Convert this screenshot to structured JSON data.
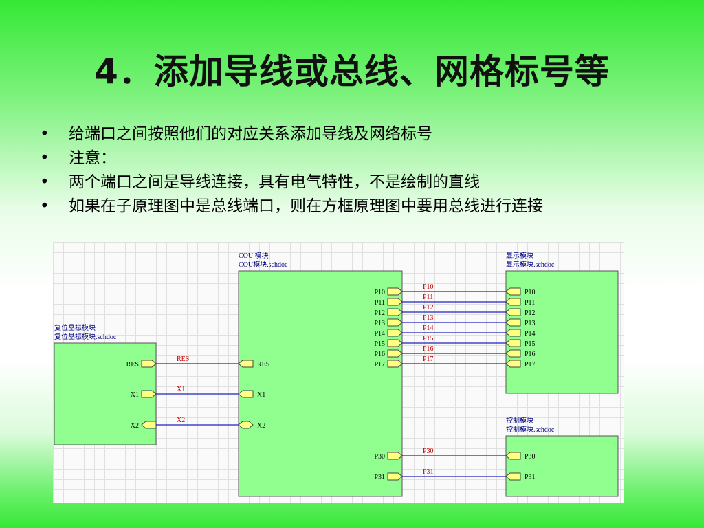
{
  "title": "4．添加导线或总线、网格标号等",
  "bullets": [
    "给端口之间按照他们的对应关系添加导线及网络标号",
    "注意：",
    "两个端口之间是导线连接，具有电气特性，不是绘制的直线",
    "如果在子原理图中是总线端口，则在方框原理图中要用总线进行连接"
  ],
  "schematic": {
    "colors": {
      "sheet_fill": "#90ff90",
      "sheet_border": "#555555",
      "port_fill": "#ffff80",
      "wire": "#2020c0",
      "net_label": "#c00000",
      "designator": "#000080",
      "port_text": "#000000"
    },
    "sheets": [
      {
        "id": "reset",
        "designator": "复位晶振模块",
        "file": "复位晶振模块.schdoc",
        "ports": [
          {
            "name": "RES",
            "side": "right",
            "dir": "out"
          },
          {
            "name": "X1",
            "side": "right",
            "dir": "out"
          },
          {
            "name": "X2",
            "side": "right",
            "dir": "in"
          }
        ]
      },
      {
        "id": "cpu",
        "designator": "COU 模块",
        "file": "COU模块.schdoc",
        "ports": [
          {
            "name": "RES",
            "side": "left",
            "dir": "in"
          },
          {
            "name": "X1",
            "side": "left",
            "dir": "in"
          },
          {
            "name": "X2",
            "side": "left",
            "dir": "bi"
          },
          {
            "name": "P10",
            "side": "right",
            "dir": "out"
          },
          {
            "name": "P11",
            "side": "right",
            "dir": "out"
          },
          {
            "name": "P12",
            "side": "right",
            "dir": "out"
          },
          {
            "name": "P13",
            "side": "right",
            "dir": "out"
          },
          {
            "name": "P14",
            "side": "right",
            "dir": "out"
          },
          {
            "name": "P15",
            "side": "right",
            "dir": "out"
          },
          {
            "name": "P16",
            "side": "right",
            "dir": "out"
          },
          {
            "name": "P17",
            "side": "right",
            "dir": "out"
          },
          {
            "name": "P30",
            "side": "right",
            "dir": "out"
          },
          {
            "name": "P31",
            "side": "right",
            "dir": "out"
          }
        ]
      },
      {
        "id": "display",
        "designator": "显示模块",
        "file": "显示模块.schdoc",
        "ports": [
          {
            "name": "P10",
            "side": "left",
            "dir": "in"
          },
          {
            "name": "P11",
            "side": "left",
            "dir": "in"
          },
          {
            "name": "P12",
            "side": "left",
            "dir": "in"
          },
          {
            "name": "P13",
            "side": "left",
            "dir": "in"
          },
          {
            "name": "P14",
            "side": "left",
            "dir": "in"
          },
          {
            "name": "P15",
            "side": "left",
            "dir": "in"
          },
          {
            "name": "P16",
            "side": "left",
            "dir": "in"
          },
          {
            "name": "P17",
            "side": "left",
            "dir": "in"
          }
        ]
      },
      {
        "id": "control",
        "designator": "控制模块",
        "file": "控制模块.schdoc",
        "ports": [
          {
            "name": "P30",
            "side": "left",
            "dir": "in"
          },
          {
            "name": "P31",
            "side": "left",
            "dir": "in"
          }
        ]
      }
    ],
    "nets": [
      {
        "label": "RES",
        "from": [
          "reset",
          "RES"
        ],
        "to": [
          "cpu",
          "RES"
        ]
      },
      {
        "label": "X1",
        "from": [
          "reset",
          "X1"
        ],
        "to": [
          "cpu",
          "X1"
        ]
      },
      {
        "label": "X2",
        "from": [
          "reset",
          "X2"
        ],
        "to": [
          "cpu",
          "X2"
        ]
      },
      {
        "label": "P10",
        "from": [
          "cpu",
          "P10"
        ],
        "to": [
          "display",
          "P10"
        ]
      },
      {
        "label": "P11",
        "from": [
          "cpu",
          "P11"
        ],
        "to": [
          "display",
          "P11"
        ]
      },
      {
        "label": "P12",
        "from": [
          "cpu",
          "P12"
        ],
        "to": [
          "display",
          "P12"
        ]
      },
      {
        "label": "P13",
        "from": [
          "cpu",
          "P13"
        ],
        "to": [
          "display",
          "P13"
        ]
      },
      {
        "label": "P14",
        "from": [
          "cpu",
          "P14"
        ],
        "to": [
          "display",
          "P14"
        ]
      },
      {
        "label": "P15",
        "from": [
          "cpu",
          "P15"
        ],
        "to": [
          "display",
          "P15"
        ]
      },
      {
        "label": "P16",
        "from": [
          "cpu",
          "P16"
        ],
        "to": [
          "display",
          "P16"
        ]
      },
      {
        "label": "P17",
        "from": [
          "cpu",
          "P17"
        ],
        "to": [
          "display",
          "P17"
        ]
      },
      {
        "label": "P30",
        "from": [
          "cpu",
          "P30"
        ],
        "to": [
          "control",
          "P30"
        ]
      },
      {
        "label": "P31",
        "from": [
          "cpu",
          "P31"
        ],
        "to": [
          "control",
          "P31"
        ]
      }
    ]
  }
}
